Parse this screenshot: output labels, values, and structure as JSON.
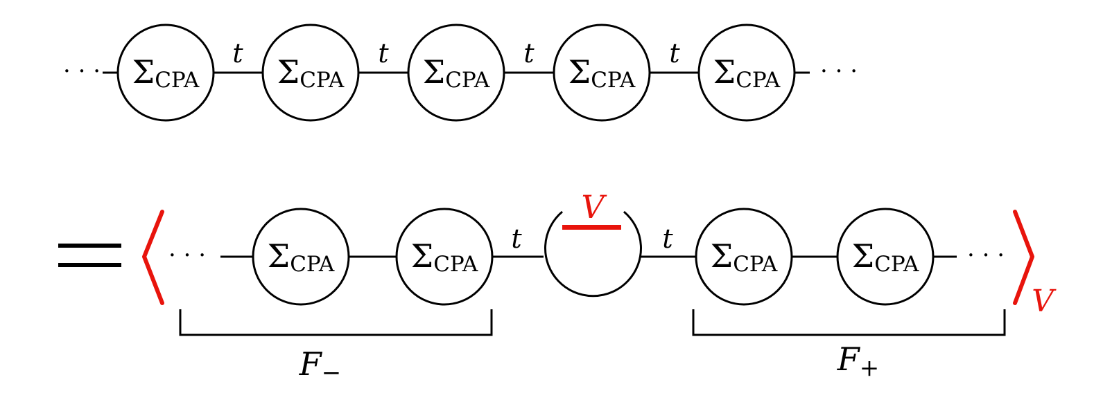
{
  "colors": {
    "ink": "#000000",
    "accent_red": "#e8140c",
    "background": "#ffffff"
  },
  "top_chain": {
    "ellipsis_left": "· · ·",
    "ellipsis_right": "· · ·",
    "nodes": [
      {
        "symbol": "Σ",
        "subscript": "CPA"
      },
      {
        "symbol": "Σ",
        "subscript": "CPA"
      },
      {
        "symbol": "Σ",
        "subscript": "CPA"
      },
      {
        "symbol": "Σ",
        "subscript": "CPA"
      },
      {
        "symbol": "Σ",
        "subscript": "CPA"
      }
    ],
    "hopping_labels": [
      "t",
      "t",
      "t",
      "t"
    ]
  },
  "bottom_chain": {
    "equals_sign": "=",
    "ellipsis_left": "· · ·",
    "ellipsis_right": "· · ·",
    "left_nodes": [
      {
        "symbol": "Σ",
        "subscript": "CPA"
      },
      {
        "symbol": "Σ",
        "subscript": "CPA"
      }
    ],
    "right_nodes": [
      {
        "symbol": "Σ",
        "subscript": "CPA"
      },
      {
        "symbol": "Σ",
        "subscript": "CPA"
      }
    ],
    "hopping_left": "t",
    "hopping_right": "t",
    "impurity_label": "V",
    "average_subscript": "V",
    "brace_left": {
      "symbol": "F",
      "subscript": "−"
    },
    "brace_right": {
      "symbol": "F",
      "subscript": "+"
    }
  }
}
